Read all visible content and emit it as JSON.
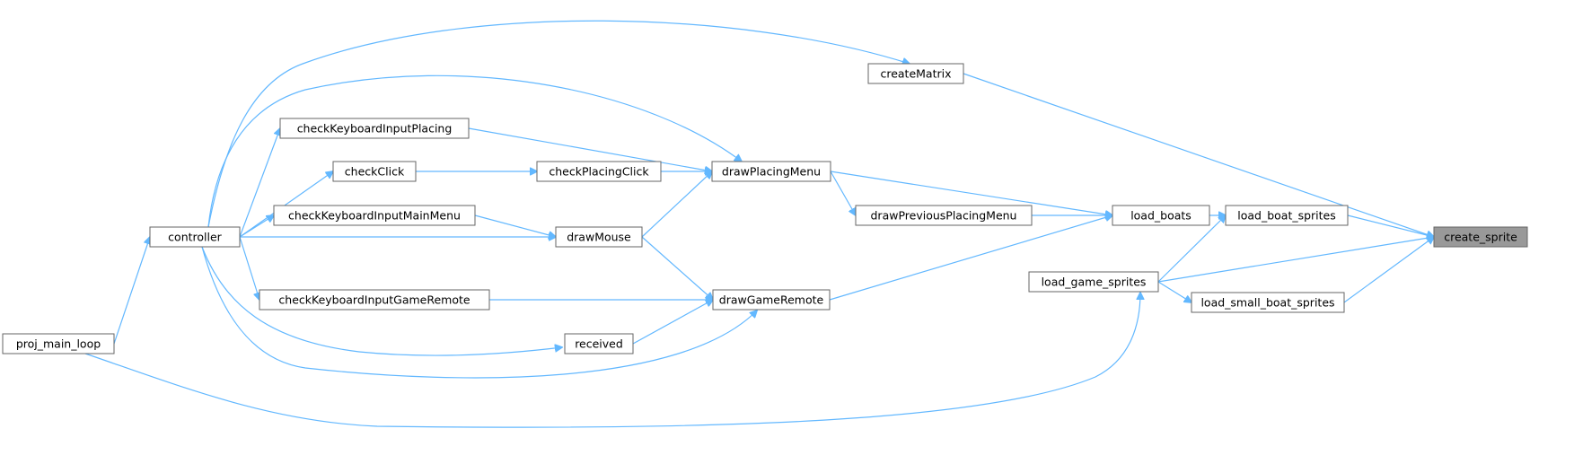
{
  "graph": {
    "root": "create_sprite",
    "colors": {
      "edge": "#63b8ff",
      "node_border": "#666666",
      "root_fill": "#999999",
      "node_fill": "#ffffff"
    },
    "nodes": [
      {
        "id": "create_sprite",
        "label": "create_sprite"
      },
      {
        "id": "createMatrix",
        "label": "createMatrix"
      },
      {
        "id": "load_boat_sprites",
        "label": "load_boat_sprites"
      },
      {
        "id": "load_game_sprites",
        "label": "load_game_sprites"
      },
      {
        "id": "load_small_boat_sprites",
        "label": "load_small_boat_sprites"
      },
      {
        "id": "load_boats",
        "label": "load_boats"
      },
      {
        "id": "drawPreviousPlacingMenu",
        "label": "drawPreviousPlacingMenu"
      },
      {
        "id": "drawPlacingMenu",
        "label": "drawPlacingMenu"
      },
      {
        "id": "drawGameRemote",
        "label": "drawGameRemote"
      },
      {
        "id": "checkPlacingClick",
        "label": "checkPlacingClick"
      },
      {
        "id": "drawMouse",
        "label": "drawMouse"
      },
      {
        "id": "received",
        "label": "received"
      },
      {
        "id": "checkKeyboardInputPlacing",
        "label": "checkKeyboardInputPlacing"
      },
      {
        "id": "checkClick",
        "label": "checkClick"
      },
      {
        "id": "checkKeyboardInputMainMenu",
        "label": "checkKeyboardInputMainMenu"
      },
      {
        "id": "checkKeyboardInputGameRemote",
        "label": "checkKeyboardInputGameRemote"
      },
      {
        "id": "controller",
        "label": "controller"
      },
      {
        "id": "proj_main_loop",
        "label": "proj_main_loop"
      }
    ],
    "edges": [
      {
        "from": "createMatrix",
        "to": "create_sprite"
      },
      {
        "from": "load_boat_sprites",
        "to": "create_sprite"
      },
      {
        "from": "load_game_sprites",
        "to": "create_sprite"
      },
      {
        "from": "load_small_boat_sprites",
        "to": "create_sprite"
      },
      {
        "from": "controller",
        "to": "createMatrix"
      },
      {
        "from": "load_boats",
        "to": "load_boat_sprites"
      },
      {
        "from": "load_game_sprites",
        "to": "load_boat_sprites"
      },
      {
        "from": "load_game_sprites",
        "to": "load_small_boat_sprites"
      },
      {
        "from": "proj_main_loop",
        "to": "load_game_sprites"
      },
      {
        "from": "drawPlacingMenu",
        "to": "load_boats"
      },
      {
        "from": "drawPreviousPlacingMenu",
        "to": "load_boats"
      },
      {
        "from": "drawGameRemote",
        "to": "load_boats"
      },
      {
        "from": "drawPlacingMenu",
        "to": "drawPreviousPlacingMenu"
      },
      {
        "from": "controller",
        "to": "drawPlacingMenu"
      },
      {
        "from": "checkKeyboardInputPlacing",
        "to": "drawPlacingMenu"
      },
      {
        "from": "checkPlacingClick",
        "to": "drawPlacingMenu"
      },
      {
        "from": "drawMouse",
        "to": "drawPlacingMenu"
      },
      {
        "from": "checkClick",
        "to": "checkPlacingClick"
      },
      {
        "from": "controller",
        "to": "drawMouse"
      },
      {
        "from": "drawMouse",
        "to": "drawGameRemote"
      },
      {
        "from": "checkKeyboardInputGameRemote",
        "to": "drawGameRemote"
      },
      {
        "from": "received",
        "to": "drawGameRemote"
      },
      {
        "from": "controller",
        "to": "drawGameRemote"
      },
      {
        "from": "controller",
        "to": "received"
      },
      {
        "from": "controller",
        "to": "checkKeyboardInputPlacing"
      },
      {
        "from": "controller",
        "to": "checkClick"
      },
      {
        "from": "controller",
        "to": "checkKeyboardInputMainMenu"
      },
      {
        "from": "checkKeyboardInputMainMenu",
        "to": "drawMouse"
      },
      {
        "from": "controller",
        "to": "checkKeyboardInputGameRemote"
      },
      {
        "from": "proj_main_loop",
        "to": "controller"
      }
    ]
  }
}
